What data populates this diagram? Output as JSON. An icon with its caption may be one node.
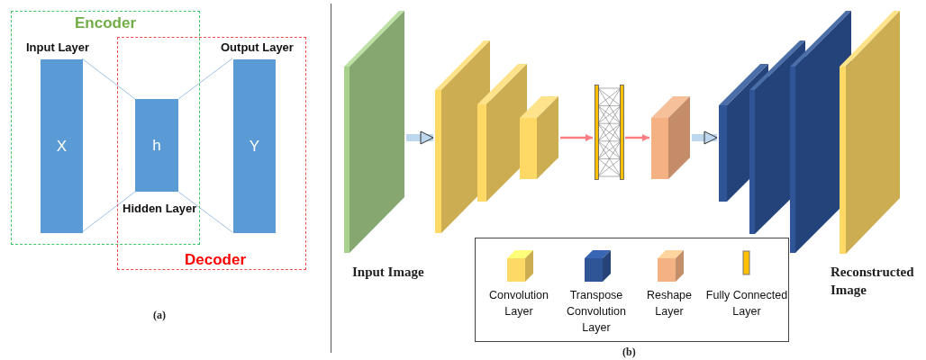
{
  "diagram": {
    "nodes": [
      {
        "text": [
          "Encoder"
        ]
      },
      {
        "text": [
          "Decoder"
        ]
      },
      {
        "text": [
          "Input Layer",
          "X"
        ],
        "in": 0
      },
      {
        "text": [
          "h",
          "Hidden Layer"
        ]
      },
      {
        "text": [
          "Output Layer",
          "Y"
        ],
        "in": 1
      },
      {
        "text": [
          "Input Image"
        ]
      },
      {
        "text": [],
        "shape": "box"
      },
      {
        "text": [],
        "shape": "box"
      },
      {
        "text": [],
        "shape": "box"
      },
      {
        "text": [],
        "shape": "bar"
      },
      {
        "text": [],
        "shape": "box"
      },
      {
        "text": [],
        "shape": "box"
      },
      {
        "text": [],
        "shape": "box"
      },
      {
        "text": [],
        "shape": "box"
      },
      {
        "text": [
          "Reconstructed Image"
        ]
      }
    ],
    "edges": [
      {
        "from": 2,
        "to": 3,
        "arrow": "none"
      },
      {
        "from": 2,
        "to": 3,
        "arrow": "none"
      },
      {
        "from": 3,
        "to": 4,
        "arrow": "none"
      },
      {
        "from": 3,
        "to": 4,
        "arrow": "none"
      },
      {
        "from": 5,
        "to": 6,
        "arrow": "to",
        "style": "thick"
      },
      {
        "from": 8,
        "to": 9,
        "arrow": "to",
        "color": "#ff7c80"
      },
      {
        "from": 9,
        "to": 10,
        "arrow": "to",
        "color": "#ff7c80"
      },
      {
        "from": 10,
        "to": 11,
        "arrow": "to",
        "style": "thick"
      }
    ],
    "labels": [
      "(a)",
      "(b)"
    ],
    "legend": [
      {
        "text": "Convolution Layer",
        "color": "#ffd966"
      },
      {
        "text": "Transpose Convolution Layer",
        "color": "#2f5597"
      },
      {
        "text": "Reshape Layer",
        "color": "#f4b183"
      },
      {
        "text": "Fully Connected Layer",
        "color": "#ffc000"
      }
    ]
  }
}
